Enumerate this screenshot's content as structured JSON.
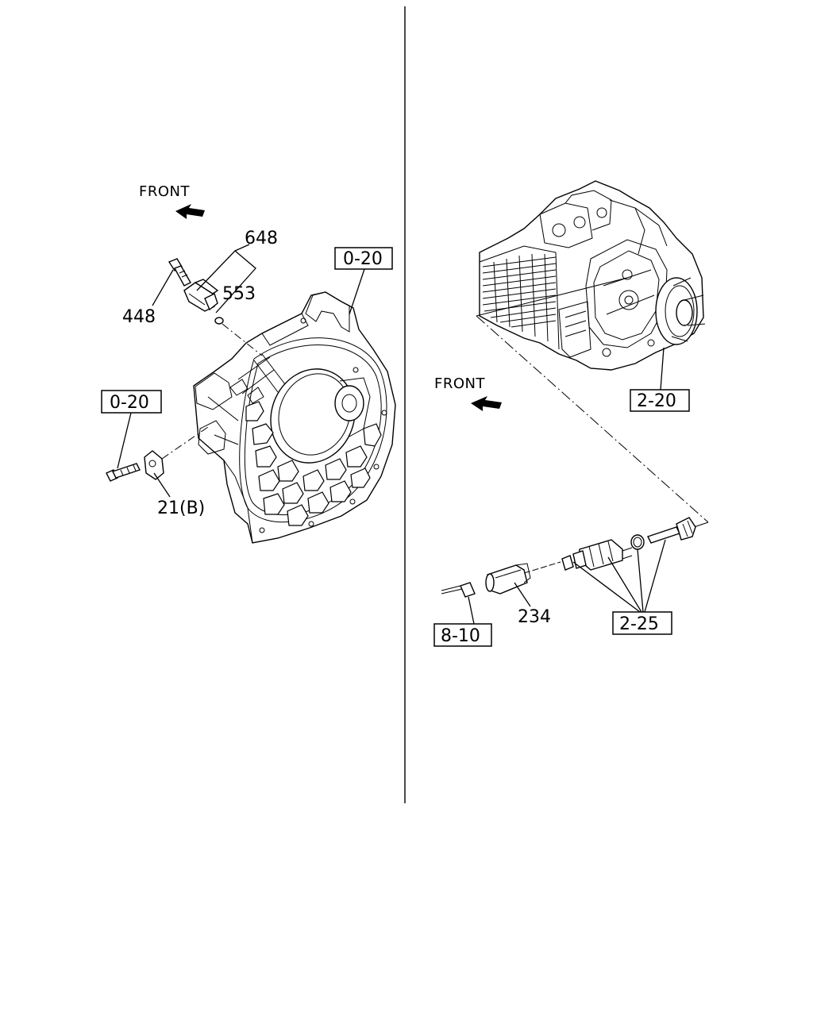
{
  "left_panel": {
    "front_label": "FRONT",
    "callouts": {
      "p648": "648",
      "p553": "553",
      "p448": "448",
      "p21b": "21(B)"
    },
    "ref_boxes": {
      "top": "0-20",
      "left": "0-20"
    }
  },
  "right_panel": {
    "front_label": "FRONT",
    "callouts": {
      "p234": "234"
    },
    "ref_boxes": {
      "transmission": "2-20",
      "speedo_parts": "2-25",
      "wiring": "8-10"
    }
  },
  "icons": {
    "front_arrow": "front-arrow-icon"
  }
}
